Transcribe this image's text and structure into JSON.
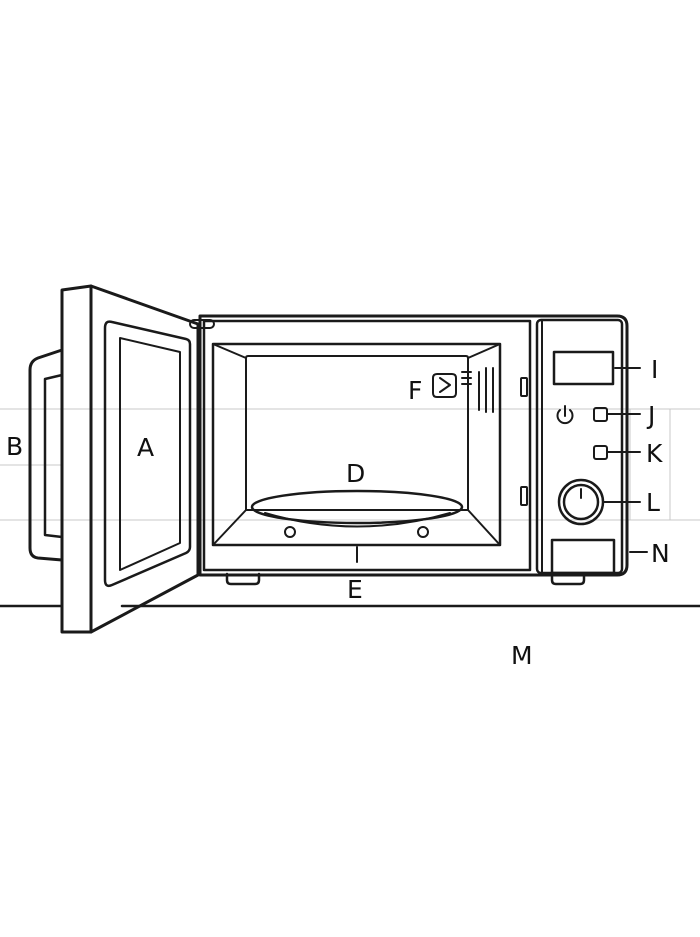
{
  "labels": {
    "A": "A",
    "B": "B",
    "D": "D",
    "E": "E",
    "F": "F",
    "I": "I",
    "J": "J",
    "K": "K",
    "L": "L",
    "M": "M",
    "N": "N"
  },
  "icons": {
    "power": "power-icon"
  }
}
